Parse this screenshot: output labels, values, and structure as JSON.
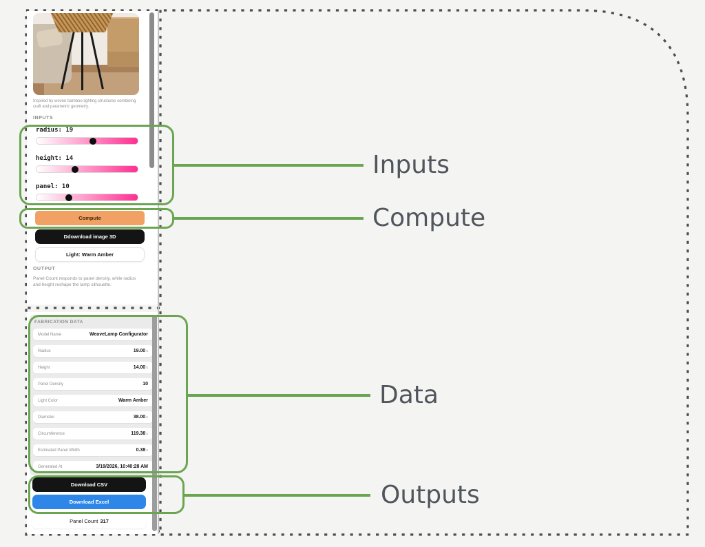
{
  "colors": {
    "accent_green": "#6ba552",
    "annotation_label_text": "#51565c",
    "dotted_border": "#4e4e4e",
    "page_background": "#f4f4f3",
    "slider_gradient_start": "#ffffff",
    "slider_gradient_end": "#ff2e92",
    "compute_button": "#f2a165",
    "dark_button": "#141414",
    "excel_button": "#2e87e8"
  },
  "annotations": {
    "labels": [
      {
        "text": "Inputs"
      },
      {
        "text": "Compute"
      },
      {
        "text": "Data"
      },
      {
        "text": "Outputs"
      }
    ]
  },
  "sidebar": {
    "photo": {
      "alt_name": "woven-bamboo-tripod-lamp-photo"
    },
    "photo_caption": "Inspired by woven bamboo lighting structures combining craft and parametric geometry.",
    "inputs_section": {
      "label": "INPUTS",
      "sliders": [
        {
          "name": "radius",
          "value": "19",
          "percent": 56
        },
        {
          "name": "height",
          "value": "14",
          "percent": 38
        },
        {
          "name": "panel",
          "value": "10",
          "percent": 32
        }
      ]
    },
    "buttons": {
      "compute": "Compute",
      "download_image": "Ddownload image 3D",
      "light": "Light: Warm Amber"
    },
    "output_section": {
      "label": "OUTPUT",
      "description": "Panel Count responds to panel density, while radius and height reshape the lamp silhouette."
    },
    "fabrication": {
      "title": "FABRICATION DATA",
      "rows": [
        {
          "label": "Model Name",
          "value": "WeaveLamp Configurator",
          "unit": ""
        },
        {
          "label": "Radius",
          "value": "19.00",
          "unit": "u"
        },
        {
          "label": "Height",
          "value": "14.00",
          "unit": "u"
        },
        {
          "label": "Panel Density",
          "value": "10",
          "unit": ""
        },
        {
          "label": "Light Color",
          "value": "Warm Amber",
          "unit": ""
        },
        {
          "label": "Diameter",
          "value": "38.00",
          "unit": "u"
        },
        {
          "label": "Circumference",
          "value": "119.38",
          "unit": "u"
        },
        {
          "label": "Estimated Panel Width",
          "value": "0.38",
          "unit": "u"
        },
        {
          "label": "Generated At",
          "value": "3/19/2026, 10:40:28 AM",
          "unit": ""
        }
      ]
    },
    "downloads": {
      "csv": "Download CSV",
      "excel": "Download Excel"
    },
    "panel_count": {
      "label": "Panel Count",
      "value": "317"
    }
  }
}
